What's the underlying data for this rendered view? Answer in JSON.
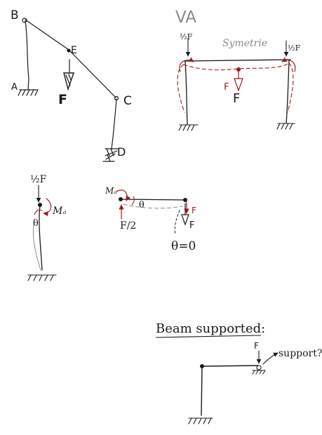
{
  "colors": {
    "ink": "#1a1a1a",
    "pencil": "#8a8a8a",
    "red": "#9e1b1b"
  },
  "frame_sketch": {
    "point_b": "B",
    "point_e": "E",
    "point_a": "A",
    "point_c": "C",
    "point_d": "D",
    "force_f": "F"
  },
  "symmetry_sketch": {
    "title": "VA",
    "left_load": "½F",
    "right_load": "½F",
    "symmetry_note": "Symetrie",
    "center_load_red": "F",
    "center_load_black": "F"
  },
  "column_sketch": {
    "top_load": "½F",
    "moment": "Mₐ",
    "angle": "θ"
  },
  "beam_sketch": {
    "moment": "Mₐ",
    "angle": "θ",
    "reaction": "F/2",
    "end_force_red": "F",
    "end_force_black": "F",
    "condition": "θ=0"
  },
  "supported_sketch": {
    "title": "Beam supported:",
    "force": "F",
    "note": "support?"
  }
}
